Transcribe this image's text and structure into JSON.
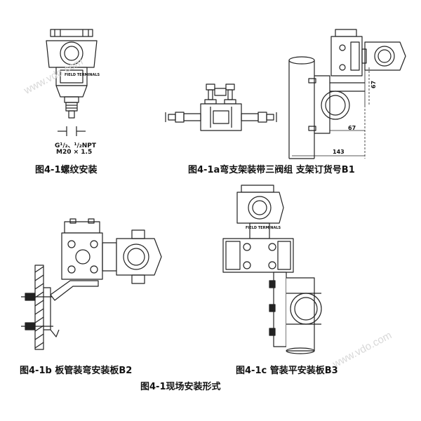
{
  "figure_caption": "图4-1现场安装形式",
  "panels": {
    "thread_mount": {
      "caption": "图4-1螺纹安装",
      "thread_spec": "G¹/₂、¹/₂NPT",
      "thread_size": "M20 × 1.5"
    },
    "bracket_manifold": {
      "caption": "图4-1a弯支架装带三阀组 支架订货号B1",
      "dimensions": [
        "67",
        "67",
        "143"
      ]
    },
    "plate_bent": {
      "caption": "图4-1b 板管装弯安装板B2"
    },
    "pipe_flat": {
      "caption": "图4-1c 管装平安装板B3"
    }
  },
  "nameplate_text": "FIELD TERMINALS",
  "watermark": "www.vdo.com"
}
